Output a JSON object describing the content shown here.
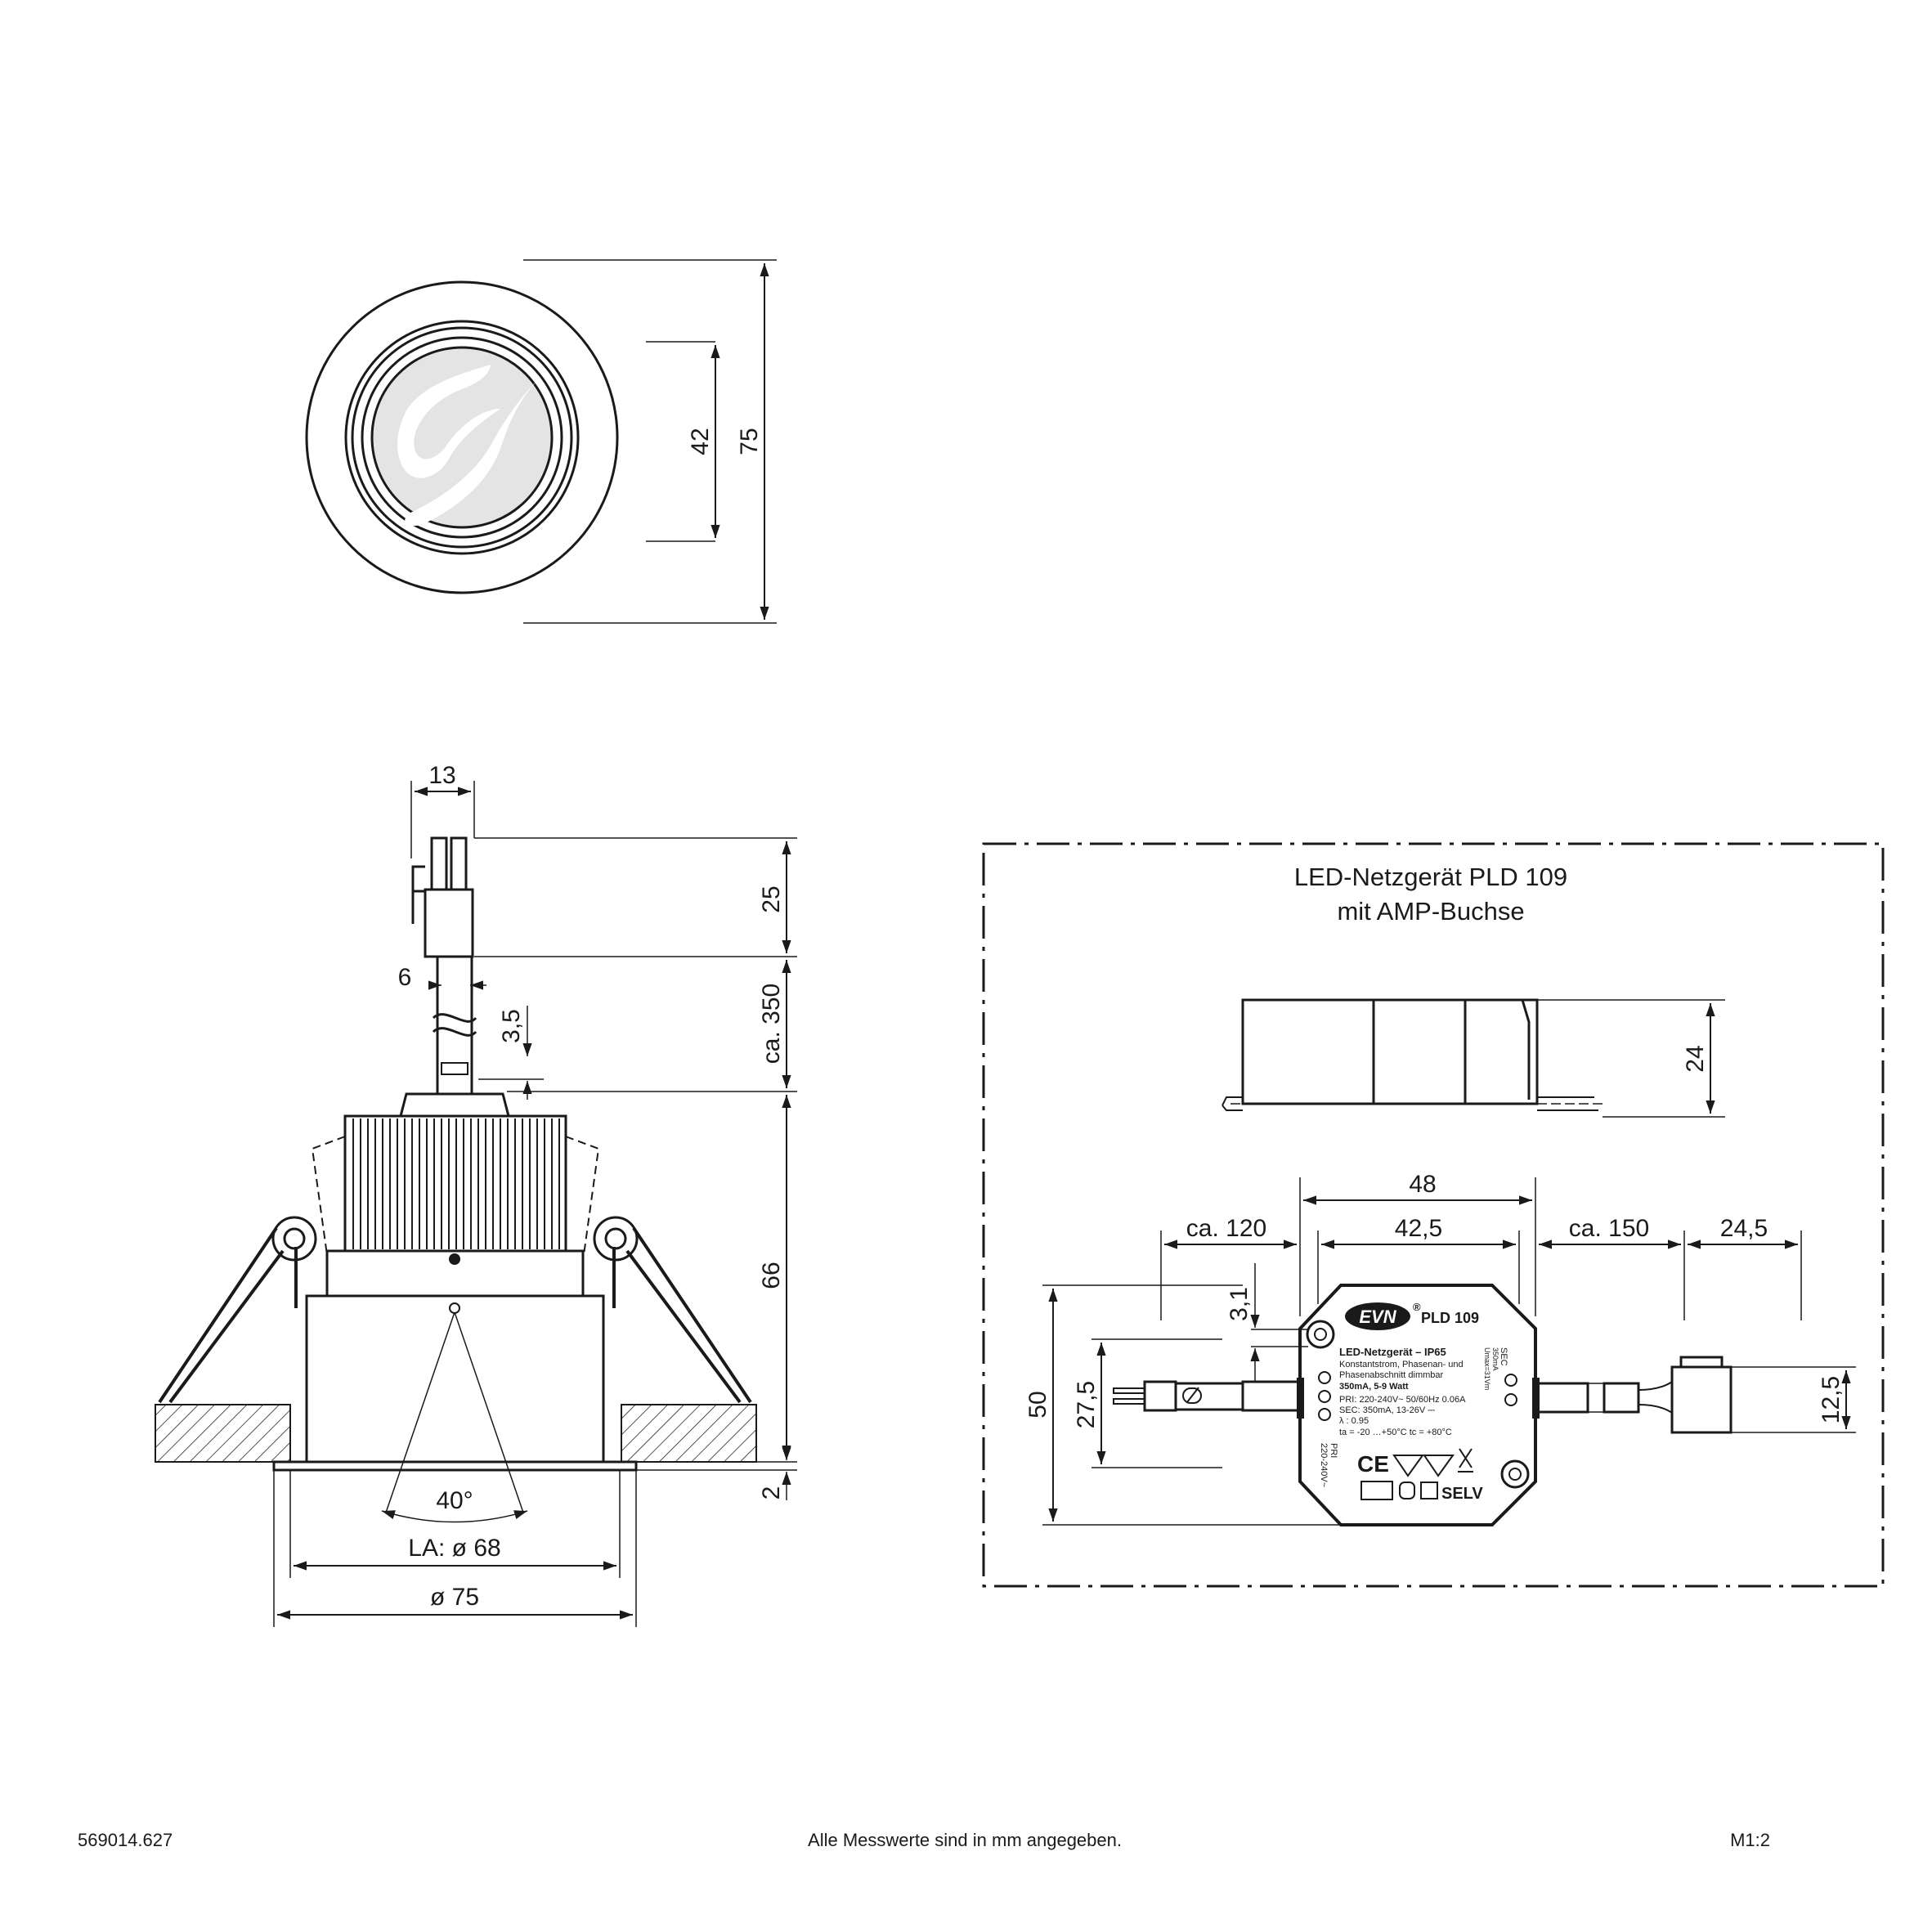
{
  "document": {
    "article_number": "569014.627",
    "units_note": "Alle Messwerte sind in mm angegeben.",
    "scale": "M1:2"
  },
  "top_view": {
    "dim_inner": "42",
    "dim_outer": "75"
  },
  "side_view": {
    "dim_connector_width": "13",
    "dim_connector_height": "25",
    "dim_cable_diameter": "6",
    "dim_cable_length": "ca. 350",
    "dim_cable_offset": "3,5",
    "dim_body_height": "66",
    "dim_flange": "2",
    "beam_angle": "40°",
    "cutout_label": "LA: ø 68",
    "outer_diameter": "ø 75"
  },
  "driver_box": {
    "title_line1": "LED-Netzgerät PLD 109",
    "title_line2": "mit AMP-Buchse",
    "dim_height": "24",
    "dim_width": "48",
    "dim_inner_width": "42,5",
    "dim_cable_left": "ca. 120",
    "dim_cable_right": "ca. 150",
    "dim_plug_length": "24,5",
    "dim_depth": "50",
    "dim_cable_spacing": "27,5",
    "dim_hole_offset": "3,1",
    "dim_plug_height": "12,5",
    "label": {
      "brand": "EVN",
      "model": "PLD 109",
      "line_title": "LED-Netzgerät  –  IP65",
      "line_type1": "Konstantstrom, Phasenan- und",
      "line_type2": "Phasenabschnitt dimmbar",
      "line_power": "350mA, 5-9 Watt",
      "line_pri": "PRI: 220-240V~  50/60Hz 0.06A",
      "line_sec": "SEC: 350mA, 13-26V ⎓",
      "line_lambda": "λ : 0.95",
      "line_temp": "ta = -20 …+50°C  tc = +80°C",
      "ce_mark": "CE",
      "selv_mark": "SELV",
      "pri_side": "PRI",
      "pri_voltage": "220-240V~",
      "sec_side": "SEC",
      "sec_values": "350mA",
      "sec_values2": "Umax=31Vm"
    }
  }
}
